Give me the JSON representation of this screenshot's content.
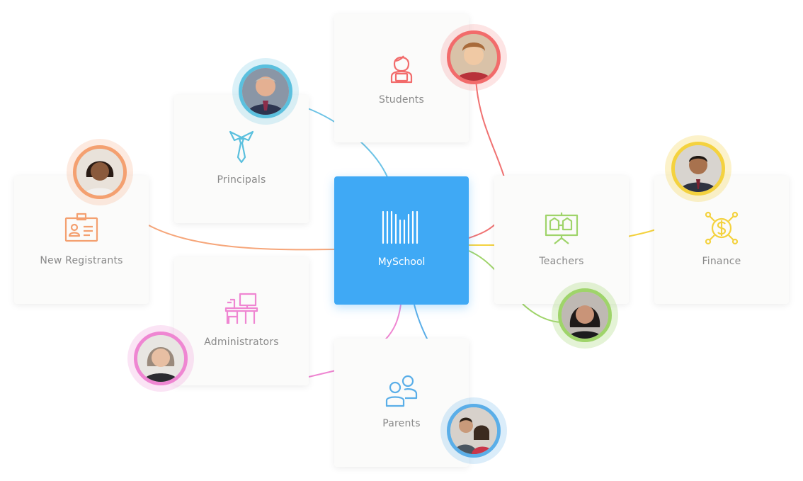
{
  "hub": {
    "label": "MySchool"
  },
  "nodes": {
    "students": {
      "label": "Students",
      "color": "#f26b6b"
    },
    "principals": {
      "label": "Principals",
      "color": "#5bc0de"
    },
    "new_registrants": {
      "label": "New Registrants",
      "color": "#f4a070"
    },
    "administrators": {
      "label": "Administrators",
      "color": "#ef86d2"
    },
    "parents": {
      "label": "Parents",
      "color": "#5aaee8"
    },
    "teachers": {
      "label": "Teachers",
      "color": "#9fd46a"
    },
    "finance": {
      "label": "Finance",
      "color": "#f4d23f"
    }
  },
  "icons": {
    "students": "student-icon",
    "principals": "necktie-icon",
    "new_registrants": "id-badge-icon",
    "administrators": "desk-icon",
    "parents": "people-icon",
    "teachers": "presentation-board-icon",
    "finance": "dollar-coin-icon",
    "hub": "myschool-logo-icon"
  }
}
